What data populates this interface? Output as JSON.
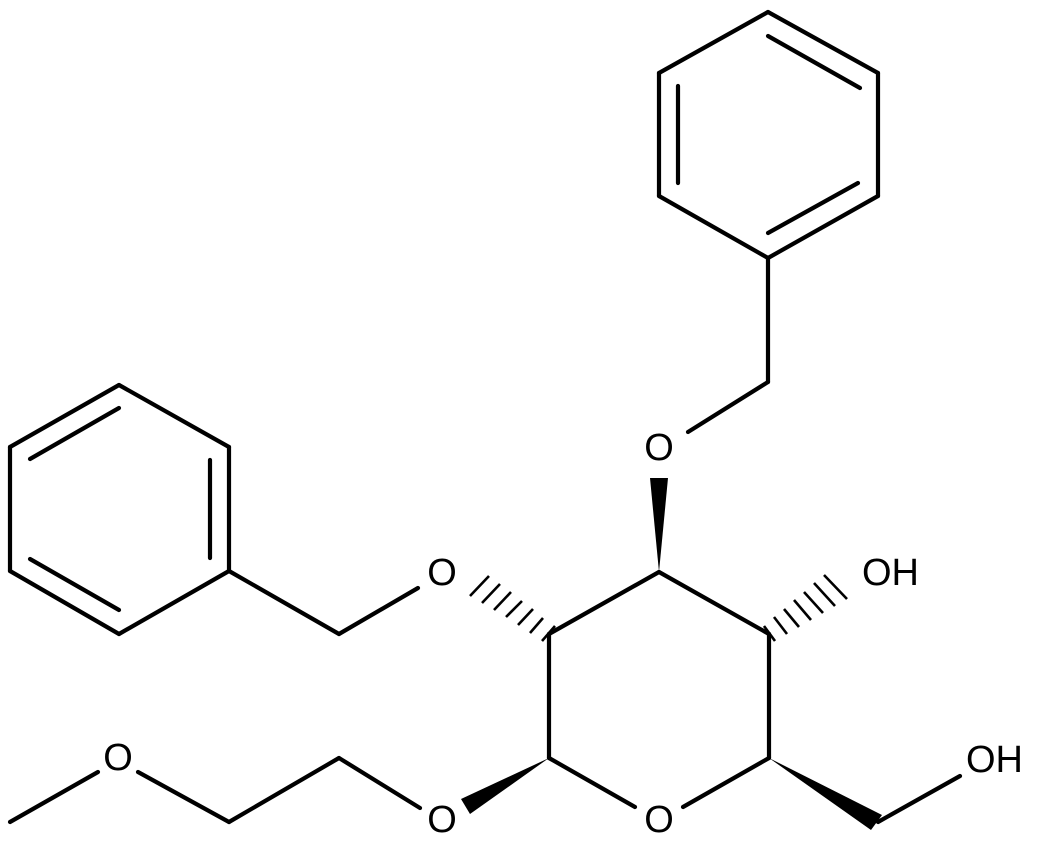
{
  "molecule": {
    "atoms": [
      {
        "id": "o_methoxy",
        "label": "O"
      },
      {
        "id": "o_glycosidic",
        "label": "O"
      },
      {
        "id": "o_ring",
        "label": "O"
      },
      {
        "id": "o_c2_benzyl",
        "label": "O"
      },
      {
        "id": "o_c3_benzyl",
        "label": "O"
      },
      {
        "id": "oh_c4",
        "label": "OH"
      },
      {
        "id": "oh_c6",
        "label": "OH"
      }
    ]
  }
}
